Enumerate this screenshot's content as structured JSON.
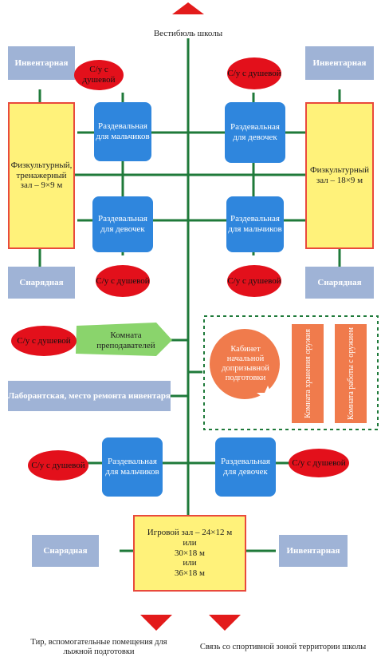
{
  "colors": {
    "line": "#1f7a3a",
    "gray_room": "#9fb3d6",
    "blue_room": "#2f86dd",
    "yellow_hall": "#fff27a",
    "hall_border": "#e94a3c",
    "shower": "#e3101b",
    "teacher_room": "#8ad46c",
    "orange_room": "#f07b4c",
    "arrow": "#e31b1b"
  },
  "entrance": {
    "label": "Вестибюль школы"
  },
  "top_left": {
    "inventory": "Инвентарная",
    "shower_top": "С/у с душевой",
    "locker_boys": "Раздевальная для мальчиков",
    "hall": "Физкультурный, тренажерный зал – 9×9 м",
    "locker_girls": "Раздевальная для девочек",
    "shower_bottom": "С/у с душевой",
    "equipment": "Снарядная"
  },
  "top_right": {
    "inventory": "Инвентарная",
    "shower_top": "С/у с душевой",
    "locker_girls": "Раздевальная для девочек",
    "hall": "Физкультурный зал – 18×9 м",
    "locker_boys": "Раздевальная для мальчиков",
    "shower_bottom": "С/у с душевой",
    "equipment": "Снарядная"
  },
  "middle": {
    "shower_left": "С/у с душевой",
    "teachers_room": "Комната преподавателей",
    "lab": "Лаборантская, место ремонта инвентаря",
    "cabinet": "Кабинет начальной допризывной подготовки",
    "weapon_storage": "Комната хранения оружия",
    "weapon_work": "Комната работы с оружием"
  },
  "bottom": {
    "shower_left": "С/у с душевой",
    "locker_boys": "Раздевальная для мальчиков",
    "locker_girls": "Раздевальная для девочек",
    "shower_right": "С/у с душевой",
    "equipment": "Снарядная",
    "inventory": "Инвентарная",
    "hall_lines": [
      "Игровой зал – 24×12 м",
      "или",
      "30×18 м",
      "или",
      "36×18 м"
    ],
    "exit_left": "Тир, вспомогательные помещения для лыжной подготовки",
    "exit_right": "Связь со спортивной зоной территории школы"
  }
}
